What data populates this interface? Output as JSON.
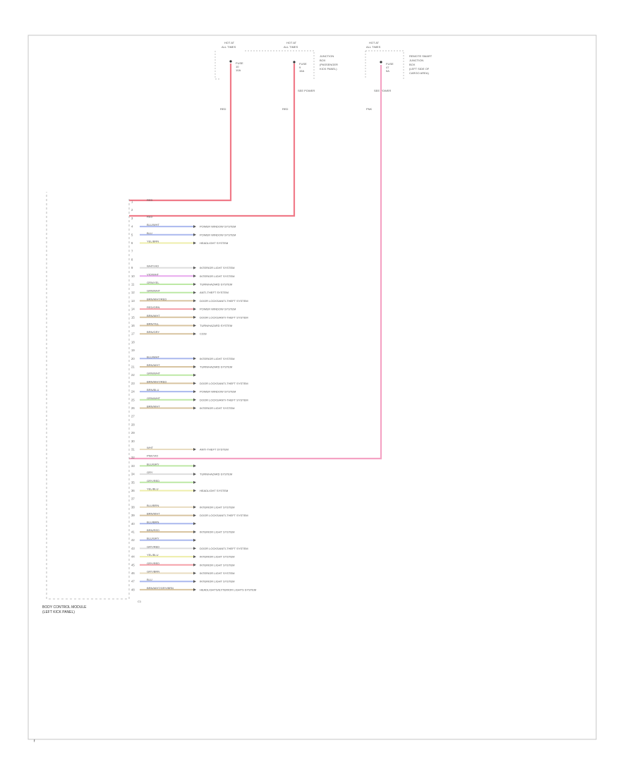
{
  "diagram": {
    "page_ref": "f",
    "main_connector": {
      "label_line1": "BODY CONTROL MODULE",
      "label_line2": "(LEFT KICK PANEL)",
      "bottom_label": "C1"
    },
    "fuses": [
      {
        "header_line1": "HOT AT",
        "header_line2": "ALL TIMES",
        "lines": [
          "FUSE",
          "10",
          "10A"
        ],
        "side_lines": [],
        "circle_label": "",
        "wire_label": "RED"
      },
      {
        "header_line1": "HOT AT",
        "header_line2": "ALL TIMES",
        "lines": [
          "FUSE",
          "9",
          "15A"
        ],
        "side_lines": [
          "JUNCTION",
          "BOX",
          "(PASSENGER",
          "KICK PANEL)"
        ],
        "circle_label": "SEE POWER",
        "wire_label": "RED"
      },
      {
        "header_line1": "HOT AT",
        "header_line2": "ALL TIMES",
        "lines": [
          "FUSE",
          "47",
          "5A"
        ],
        "side_lines": [
          "REMOTE SMART",
          "JUNCTION",
          "BOX",
          "(LEFT SIDE OF",
          "CARGO AREA)"
        ],
        "circle_label": "SEE POWER",
        "wire_label": "PNK"
      }
    ],
    "pins": [
      {
        "pin": "1",
        "wire": "RED",
        "color": "#f5a0a8",
        "dest": ""
      },
      {
        "pin": "2",
        "wire": "",
        "color": "",
        "dest": ""
      },
      {
        "pin": "3",
        "wire": "RED",
        "color": "#f5a0a8",
        "dest": ""
      },
      {
        "pin": "4",
        "wire": "BLU/WHT",
        "color": "#aab8ee",
        "dest": "POWER WINDOW SYSTEM"
      },
      {
        "pin": "5",
        "wire": "BLU",
        "color": "#aab8ee",
        "dest": "POWER WINDOW SYSTEM"
      },
      {
        "pin": "6",
        "wire": "YEL/BRN",
        "color": "#eeeeaa",
        "dest": "HEADLIGHT SYSTEM"
      },
      {
        "pin": "7",
        "wire": "",
        "color": "",
        "dest": ""
      },
      {
        "pin": "8",
        "wire": "",
        "color": "",
        "dest": ""
      },
      {
        "pin": "9",
        "wire": "WHT/VIO",
        "color": "#dddddd",
        "dest": "INTERIOR LIGHT SYSTEM"
      },
      {
        "pin": "10",
        "wire": "VIO/WHT",
        "color": "#e8a8ee",
        "dest": "INTERIOR LIGHT SYSTEM"
      },
      {
        "pin": "11",
        "wire": "GRN/YEL",
        "color": "#bde8a5",
        "dest": "TURN/HAZARD SYSTEM"
      },
      {
        "pin": "12",
        "wire": "GRN/WHT",
        "color": "#bde8a5",
        "dest": "ANTI-THEFT SYSTEM"
      },
      {
        "pin": "13",
        "wire": "BRN/WHT/RED",
        "color": "#d8c4a0",
        "dest": "DOOR LOCKS/ANTI-THEFT SYSTEM"
      },
      {
        "pin": "14",
        "wire": "RED/GRN",
        "color": "#f5a0a8",
        "dest": "POWER WINDOW SYSTEM"
      },
      {
        "pin": "15",
        "wire": "BRN/WHT",
        "color": "#d8c4a0",
        "dest": "DOOR LOCKS/ANTI-THEFT SYSTEM"
      },
      {
        "pin": "16",
        "wire": "BRN/YEL",
        "color": "#d8c4a0",
        "dest": "TURN/HAZARD SYSTEM"
      },
      {
        "pin": "17",
        "wire": "BRN/GRY",
        "color": "#d8c4a0",
        "dest": "C228"
      },
      {
        "pin": "18",
        "wire": "",
        "color": "",
        "dest": ""
      },
      {
        "pin": "19",
        "wire": "",
        "color": "",
        "dest": ""
      },
      {
        "pin": "20",
        "wire": "BLU/WHT",
        "color": "#aab8ee",
        "dest": "INTERIOR LIGHT SYSTEM"
      },
      {
        "pin": "21",
        "wire": "BRN/WHT",
        "color": "#d8c4a0",
        "dest": "TURN/HAZARD SYSTEM"
      },
      {
        "pin": "22",
        "wire": "GRN/WHT",
        "color": "#bde8a5",
        "dest": ""
      },
      {
        "pin": "23",
        "wire": "BRN/WHT/RED",
        "color": "#d8c4a0",
        "dest": "DOOR LOCKS/ANTI-THEFT SYSTEM"
      },
      {
        "pin": "24",
        "wire": "BRN/BLU",
        "color": "#aab8ee",
        "dest": "POWER WINDOW SYSTEM"
      },
      {
        "pin": "25",
        "wire": "GRN/WHT",
        "color": "#bde8a5",
        "dest": "DOOR LOCKS/ANTI-THEFT SYSTEM"
      },
      {
        "pin": "26",
        "wire": "BRN/WHT",
        "color": "#d8c4a0",
        "dest": "INTERIOR LIGHT SYSTEM"
      },
      {
        "pin": "27",
        "wire": "",
        "color": "",
        "dest": ""
      },
      {
        "pin": "28",
        "wire": "",
        "color": "",
        "dest": ""
      },
      {
        "pin": "29",
        "wire": "",
        "color": "",
        "dest": ""
      },
      {
        "pin": "30",
        "wire": "",
        "color": "",
        "dest": ""
      },
      {
        "pin": "31",
        "wire": "WHT",
        "color": "#e8dcc0",
        "dest": "ANTI-THEFT SYSTEM"
      },
      {
        "pin": "32",
        "wire": "PNK/VIO",
        "color": "#f5a0a8",
        "dest": ""
      },
      {
        "pin": "33",
        "wire": "BLU/GRY",
        "color": "#bde8a5",
        "dest": ""
      },
      {
        "pin": "34",
        "wire": "GRY",
        "color": "#dddddd",
        "dest": "TURN/HAZARD SYSTEM"
      },
      {
        "pin": "35",
        "wire": "GRY/RED",
        "color": "#bde8a5",
        "dest": ""
      },
      {
        "pin": "36",
        "wire": "YEL/BLU",
        "color": "#eeeeaa",
        "dest": "HEADLIGHT SYSTEM"
      },
      {
        "pin": "37",
        "wire": "",
        "color": "",
        "dest": ""
      },
      {
        "pin": "38",
        "wire": "BLU/BRN",
        "color": "#e8dcc0",
        "dest": "INTERIOR LIGHT SYSTEM"
      },
      {
        "pin": "39",
        "wire": "BRN/WHT",
        "color": "#d8c4a0",
        "dest": "DOOR LOCKS/ANTI-THEFT SYSTEM"
      },
      {
        "pin": "40",
        "wire": "BLU/BRN",
        "color": "#aab8ee",
        "dest": ""
      },
      {
        "pin": "41",
        "wire": "BRN/RED",
        "color": "#d8c4a0",
        "dest": "INTERIOR LIGHT SYSTEM"
      },
      {
        "pin": "42",
        "wire": "BLU/GRY",
        "color": "#aab8ee",
        "dest": ""
      },
      {
        "pin": "43",
        "wire": "GRY/RED",
        "color": "#dddddd",
        "dest": "DOOR LOCKS/ANTI-THEFT SYSTEM"
      },
      {
        "pin": "44",
        "wire": "YEL/BLU",
        "color": "#eeeeaa",
        "dest": "INTERIOR LIGHT SYSTEM"
      },
      {
        "pin": "45",
        "wire": "GRY/RED",
        "color": "#f5a0a8",
        "dest": "INTERIOR LIGHT SYSTEM"
      },
      {
        "pin": "46",
        "wire": "GRY/BRN",
        "color": "#e8dcc0",
        "dest": "INTERIOR LIGHT SYSTEM"
      },
      {
        "pin": "47",
        "wire": "BLU",
        "color": "#aab8ee",
        "dest": "INTERIOR LIGHT SYSTEM"
      },
      {
        "pin": "48",
        "wire": "BRN/WHT/GRY/BRN",
        "color": "#d8c4a0",
        "dest": "HEADLIGHTS/EXTERIOR LIGHTS SYSTEM"
      }
    ]
  }
}
